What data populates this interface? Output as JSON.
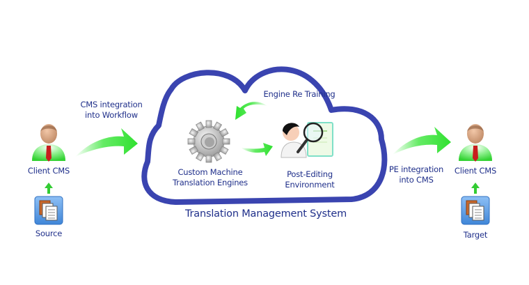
{
  "diagram": {
    "title": "Translation Management System",
    "colors": {
      "text": "#1f2f8a",
      "cloud_stroke": "#3a44b0",
      "arrow_green": "#3ee63e"
    },
    "left": {
      "client_label": "Client CMS",
      "doc_label": "Source",
      "flow_label_line1": "CMS integration",
      "flow_label_line2": "into Workflow"
    },
    "cloud": {
      "feedback_label": "Engine Re Training",
      "engine_label_line1": "Custom Machine",
      "engine_label_line2": "Translation Engines",
      "pe_label_line1": "Post-Editing",
      "pe_label_line2": "Environment"
    },
    "right": {
      "client_label": "Client CMS",
      "doc_label": "Target",
      "flow_label_line1": "PE integration",
      "flow_label_line2": "into CMS"
    }
  }
}
